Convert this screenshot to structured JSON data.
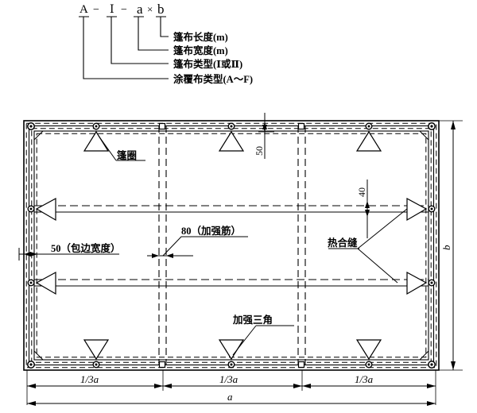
{
  "designation": {
    "code_parts": [
      "A",
      "−",
      "Ⅰ",
      "−",
      "a",
      "×",
      "b"
    ],
    "full_code": "A−Ⅰ−a×b",
    "callouts": [
      {
        "label": "篷布长度(m)"
      },
      {
        "label": "篷布宽度(m)"
      },
      {
        "label": "篷布类型(Ⅰ或Ⅱ)"
      },
      {
        "label": "涂覆布类型(A～F)"
      }
    ]
  },
  "drawing": {
    "labels": {
      "grommet": "篷圈",
      "hem_width": "50（包边宽度）",
      "rib": "80（加强筋）",
      "heat_seam": "热合缝",
      "reinforce_triangle": "加强三角"
    },
    "dimensions": {
      "top_edge": "50",
      "seam_offset": "40",
      "width_overall": "a",
      "height_overall": "b",
      "third_1": "1/3a",
      "third_2": "1/3a",
      "third_3": "1/3a"
    }
  },
  "style": {
    "ink": "#000000",
    "paper": "#ffffff"
  }
}
